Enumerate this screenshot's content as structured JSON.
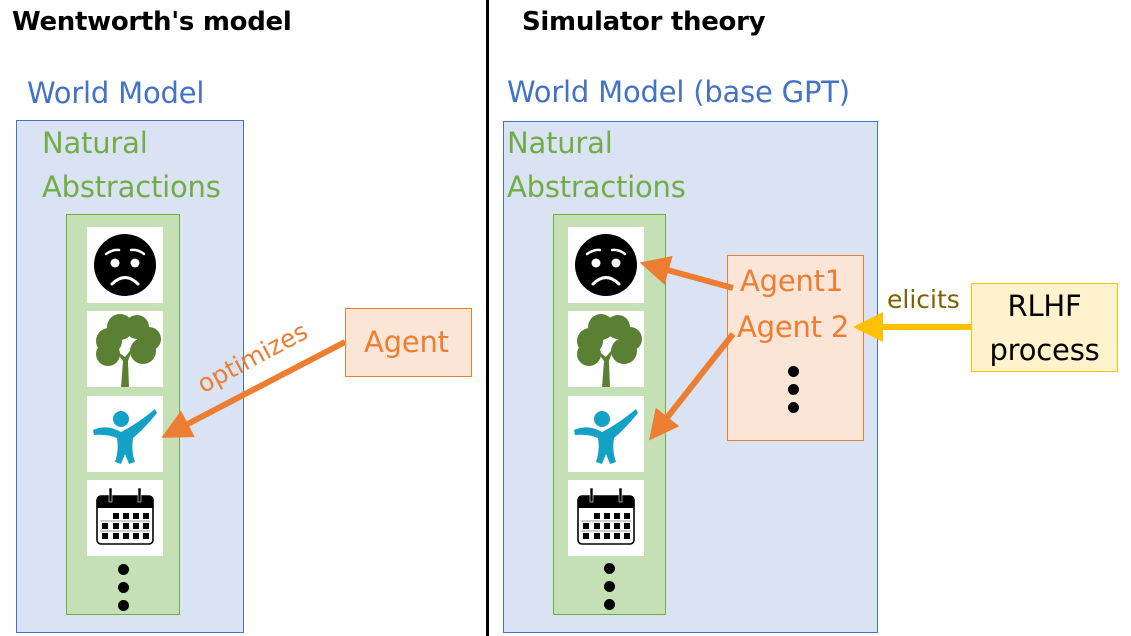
{
  "left_panel": {
    "title": "Wentworth's model",
    "world_model_label": "World Model",
    "natural_abstractions_label_line1": "Natural",
    "natural_abstractions_label_line2": "Abstractions",
    "abstraction_icons": [
      "sad-face-icon",
      "tree-icon",
      "person-icon",
      "calendar-icon"
    ],
    "more_indicator": "ellipsis-vertical",
    "agent_label": "Agent",
    "arrow_label": "optimizes",
    "arrow_target": "person-icon"
  },
  "right_panel": {
    "title": "Simulator theory",
    "world_model_label": "World Model (base GPT)",
    "natural_abstractions_label_line1": "Natural",
    "natural_abstractions_label_line2": "Abstractions",
    "abstraction_icons": [
      "sad-face-icon",
      "tree-icon",
      "person-icon",
      "calendar-icon"
    ],
    "more_indicator": "ellipsis-vertical",
    "agents": [
      "Agent1",
      "Agent 2"
    ],
    "agent1_arrow_target": "sad-face-icon",
    "agent2_arrow_target": "person-icon",
    "rlhf_label_line1": "RLHF",
    "rlhf_label_line2": "process",
    "rlhf_arrow_label": "elicits",
    "rlhf_arrow_target": "Agent 2"
  },
  "colors": {
    "world_model": "#4472c4",
    "world_model_fill": "#dae3f3",
    "natural_abstractions": "#70ad47",
    "natural_abstractions_fill": "#c5e0b4",
    "agent": "#ed7d31",
    "agent_fill": "#fbe5d6",
    "rlhf": "#ffc000",
    "rlhf_fill": "#fff2cc",
    "elicits_text": "#7f6000"
  }
}
